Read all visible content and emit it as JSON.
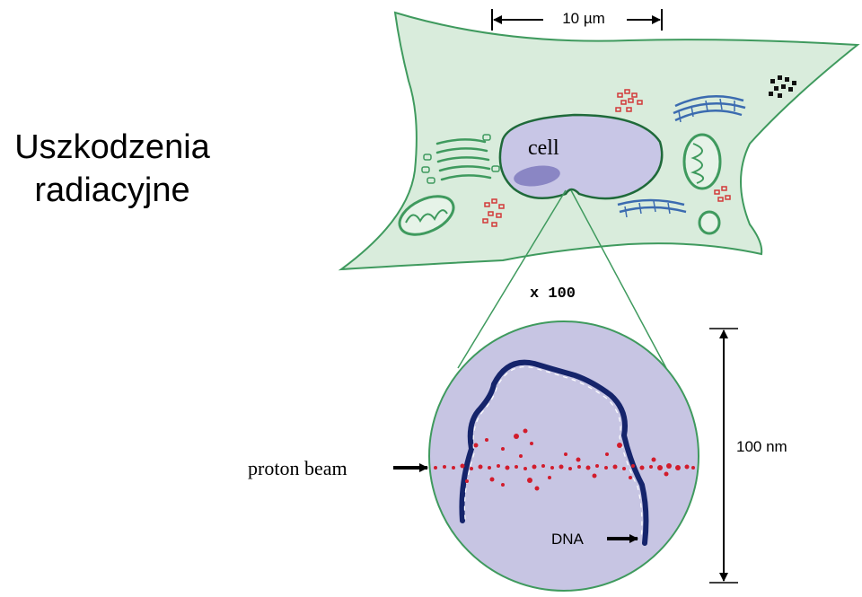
{
  "title_lines": [
    "Uszkodzenia",
    "radiacyjne"
  ],
  "labels": {
    "scale_cell": "10 µm",
    "cell": "cell",
    "magnification": "x 100",
    "proton_beam": "proton beam",
    "dna": "DNA",
    "scale_zoom": "100 nm"
  },
  "colors": {
    "cytoplasm": "#d9ecdc",
    "membrane": "#3f9a5e",
    "nucleus_fill": "#c8c6e6",
    "nucleus_stroke": "#1f6a3a",
    "zoom_fill": "#c7c5e3",
    "dna": "#15246b",
    "beam": "#d21c2c",
    "organelle_blue": "#3b6bb0",
    "organelle_red": "#d23a3a"
  },
  "icons": [
    "arrow-right-icon",
    "arrow-left-icon",
    "arrow-up-icon",
    "arrow-down-icon"
  ]
}
